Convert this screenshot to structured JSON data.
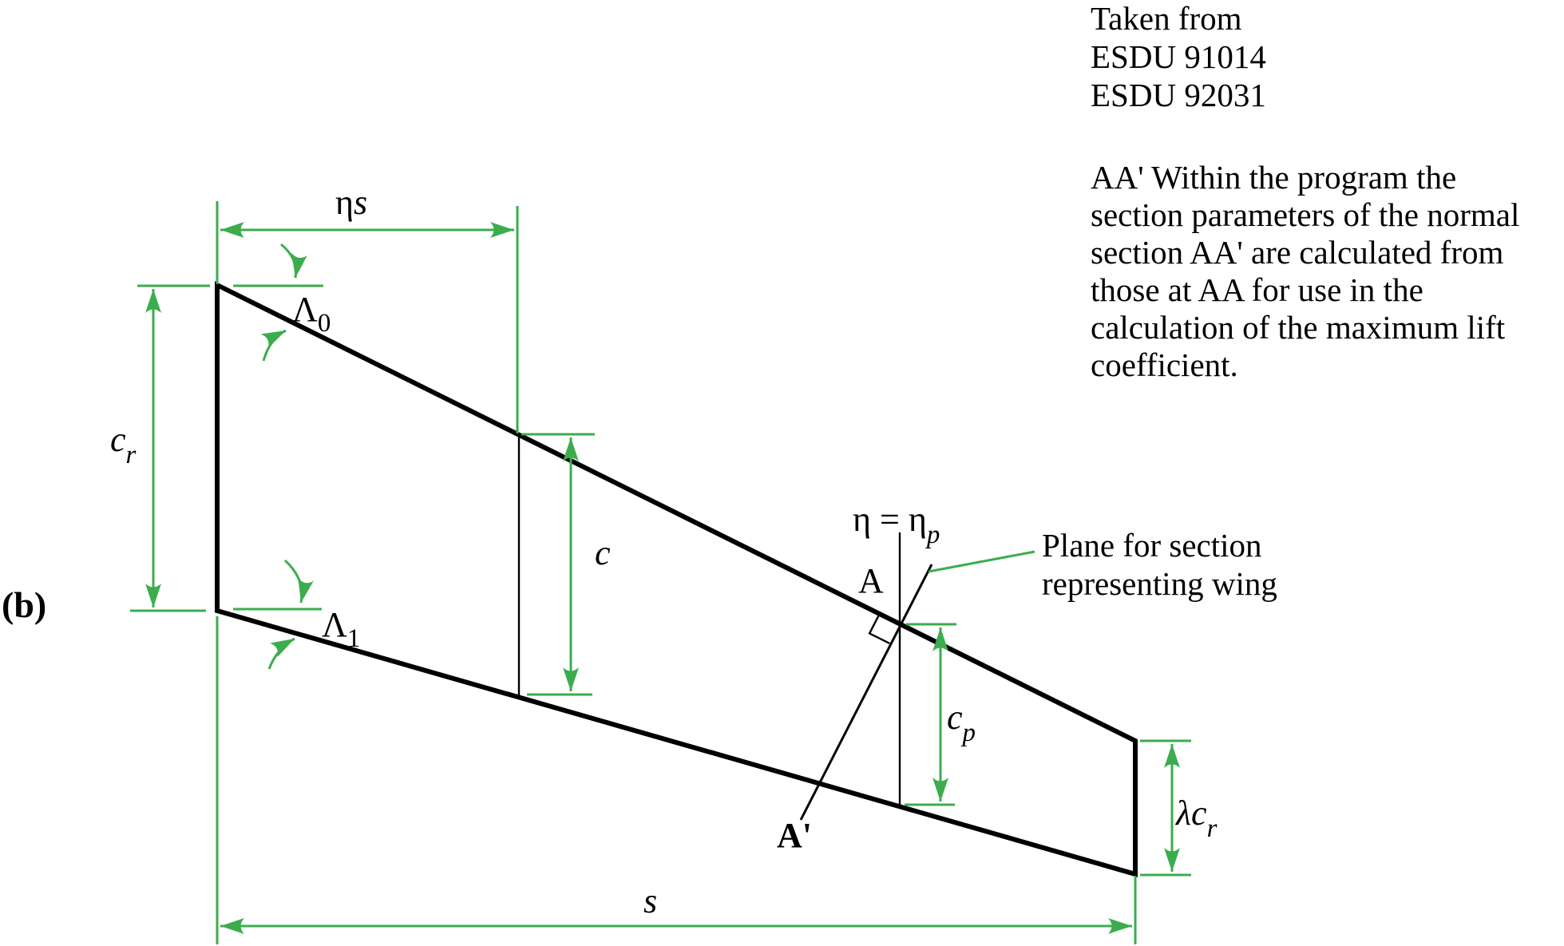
{
  "colors": {
    "annotation": "#3bad4e",
    "ink": "#000000",
    "background": "#ffffff"
  },
  "figure": {
    "panel_label": "(b)"
  },
  "notes": {
    "source": [
      "Taken from",
      "ESDU 91014",
      "ESDU 92031"
    ],
    "aa_note": [
      "AA' Within the program the",
      "section parameters of the normal",
      "section AA' are calculated from",
      "those at AA for use in the",
      "calculation of the maximum lift",
      "coefficient."
    ],
    "plane_label": [
      "Plane for section",
      "representing wing"
    ]
  },
  "labels": {
    "span_fraction": {
      "eta": "η",
      "s": "s"
    },
    "sweep_le": {
      "base": "Λ",
      "sub": "0"
    },
    "sweep_te": {
      "base": "Λ",
      "sub": "1"
    },
    "root_chord": {
      "base": "c",
      "sub": "r"
    },
    "local_chord": "c",
    "eta_station": {
      "base": "η = η",
      "sub": "p"
    },
    "section_a": "A",
    "section_a_prime": "A'",
    "plane_chord": {
      "base": "c",
      "sub": "p"
    },
    "tip_chord": {
      "base": "λc",
      "sub": "r"
    },
    "semispan": "s"
  }
}
